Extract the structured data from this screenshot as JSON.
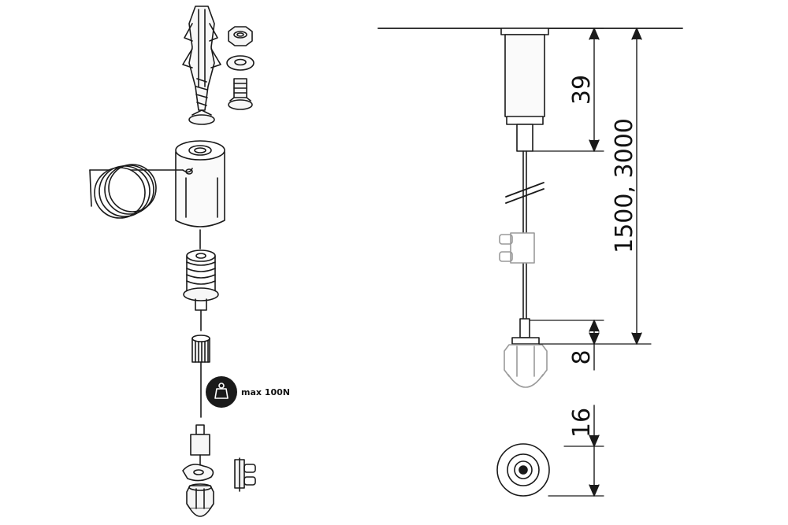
{
  "weight_badge": {
    "label": "max 100N",
    "icon": "weight-icon"
  },
  "dimensions": {
    "fixture_height": "39",
    "cable_length": "1500, 3000",
    "bottom_height": "8",
    "nut_height": "16"
  }
}
